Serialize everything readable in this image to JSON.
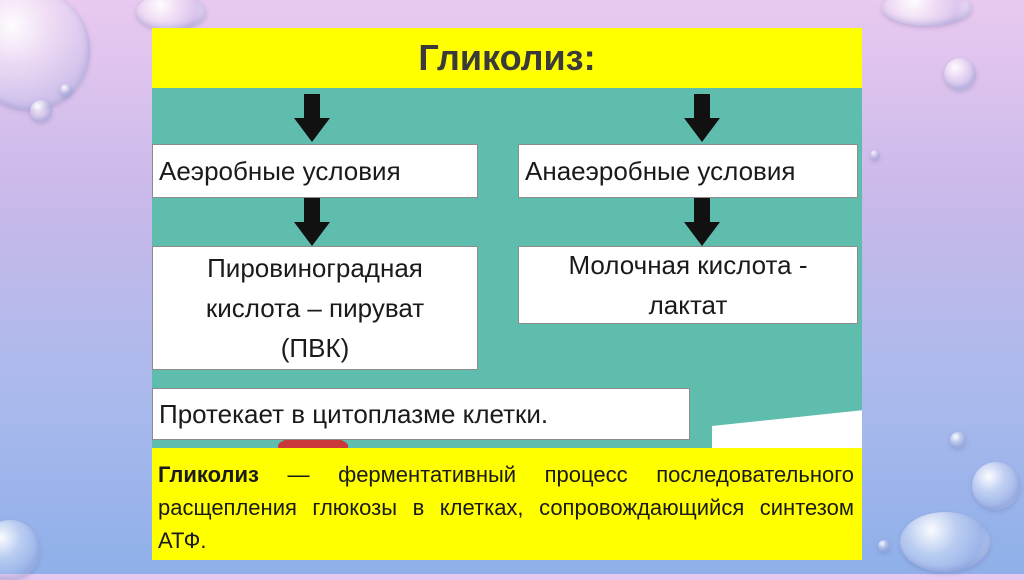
{
  "title": "Гликолиз:",
  "left_branch": {
    "condition": "Аеэробные условия",
    "product_line1": "Пировиноградная",
    "product_line2": "кислота – пируват",
    "product_line3": "(ПВК)"
  },
  "right_branch": {
    "condition": "Анаеэробные условия",
    "product_line1": "Молочная кислота -",
    "product_line2": "лактат"
  },
  "location": "Протекает в цитоплазме клетки.",
  "definition": {
    "term": "Гликолиз",
    "text": " — ферментативный процесс последовательного расщепления глюкозы в клетках, сопровождающийся синтезом АТФ."
  },
  "colors": {
    "title_bg": "#ffff00",
    "panel_bg": "#5fbdad",
    "box_bg": "#ffffff",
    "arrow": "#111111"
  }
}
